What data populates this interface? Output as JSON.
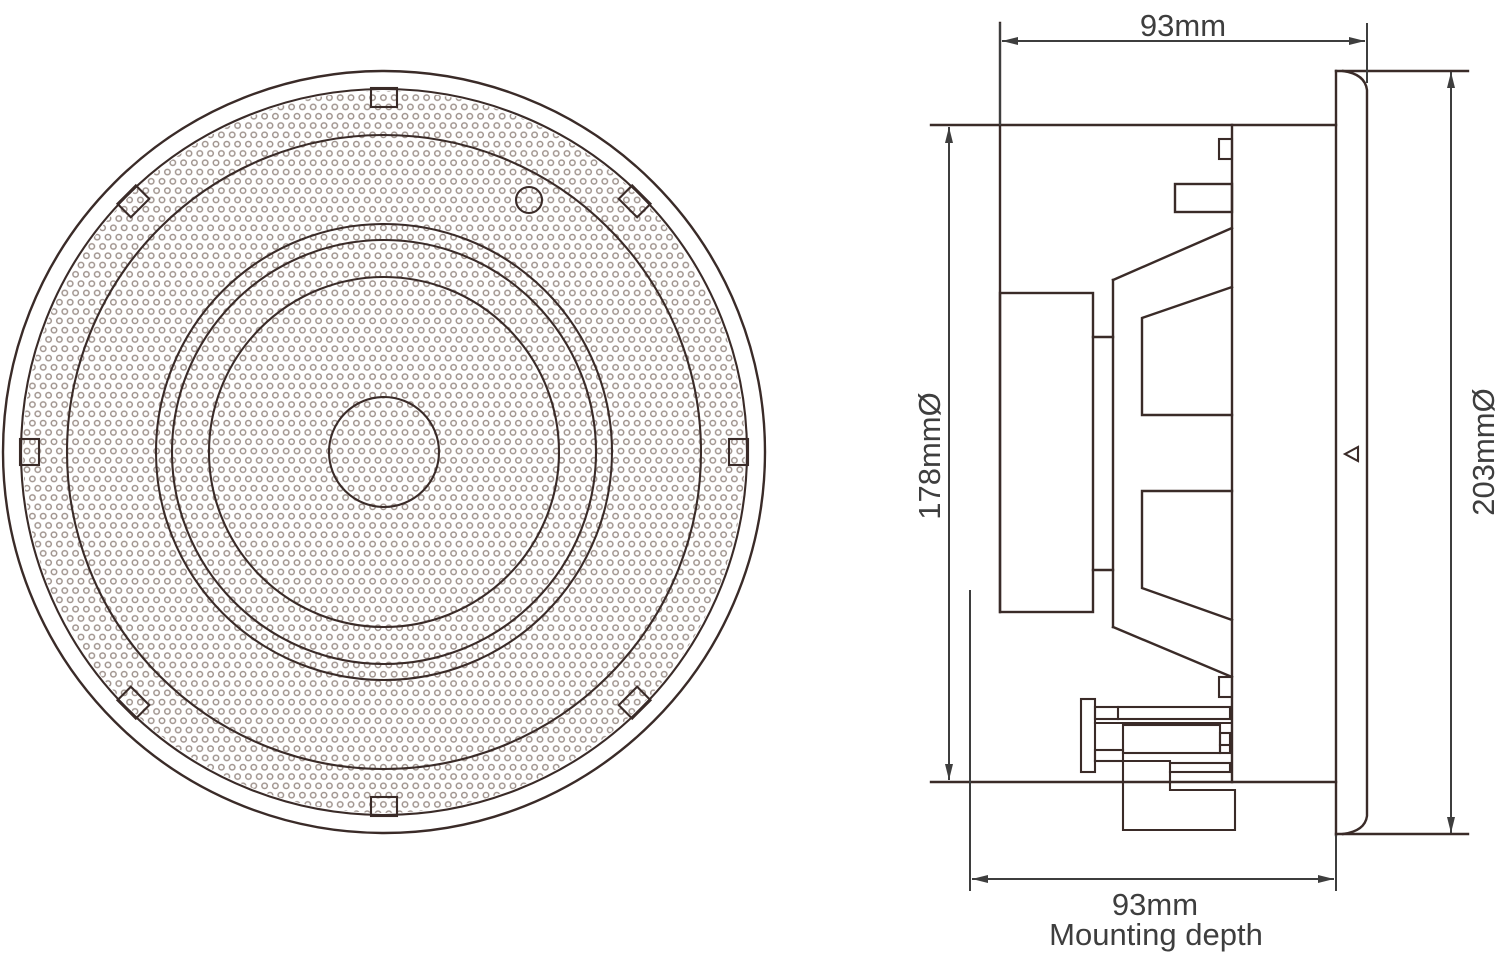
{
  "drawing": {
    "views": {
      "front_view_name": "ceiling-speaker-front-view",
      "side_view_name": "ceiling-speaker-side-view"
    },
    "dimensions": {
      "cutout_width": "93mm",
      "grille_inner_diameter": "178mmØ",
      "overall_diameter": "203mmØ",
      "mounting_depth_value": "93mm",
      "mounting_depth_label": "Mounting depth"
    },
    "colors": {
      "part_line": "#3a2b28",
      "dimension_line": "#3e3e3e",
      "perforation_dots": "#a0948e",
      "background": "#ffffff"
    }
  }
}
